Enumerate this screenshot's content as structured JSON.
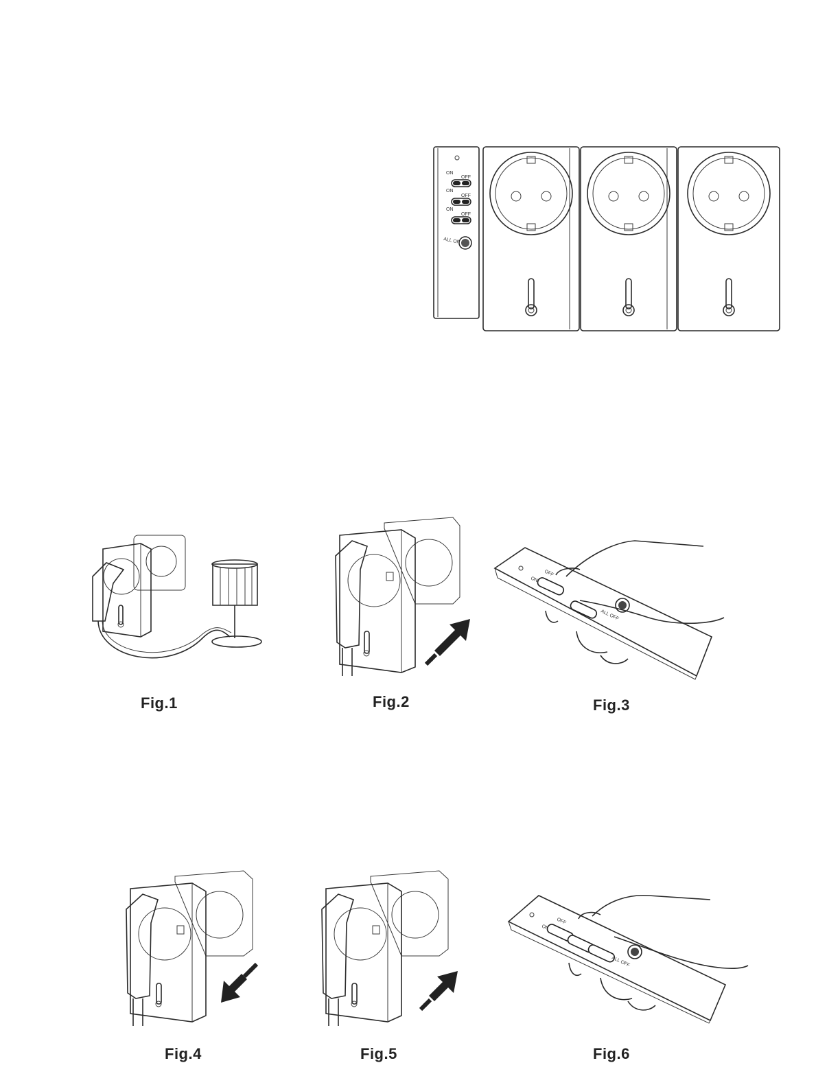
{
  "product": {
    "remote": {
      "rows": [
        {
          "on": "ON",
          "off": "OFF"
        },
        {
          "on": "ON",
          "off": "OFF"
        },
        {
          "on": "ON",
          "off": "OFF"
        }
      ],
      "all_off": "ALL OFF"
    }
  },
  "figures": [
    {
      "caption": "Fig.1",
      "icon": "plug-lamp-illustration"
    },
    {
      "caption": "Fig.2",
      "icon": "plug-insert-illustration"
    },
    {
      "caption": "Fig.3",
      "icon": "remote-press-illustration",
      "labels": {
        "on": "ON",
        "off": "OFF",
        "all_off": "ALL OFF"
      }
    },
    {
      "caption": "Fig.4",
      "icon": "plug-remove-illustration"
    },
    {
      "caption": "Fig.5",
      "icon": "plug-insert-illustration"
    },
    {
      "caption": "Fig.6",
      "icon": "remote-press-illustration",
      "labels": {
        "on": "ON",
        "off": "OFF",
        "all_off": "ALL OFF"
      }
    }
  ],
  "colors": {
    "ink": "#2a2a2a",
    "background": "#ffffff"
  }
}
